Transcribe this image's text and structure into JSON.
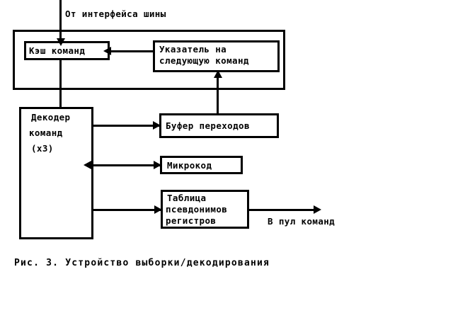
{
  "figure": {
    "caption": "Рис. 3. Устройство выборки/декодирования",
    "background_color": "#ffffff",
    "stroke_color": "#000000"
  },
  "labels": {
    "bus_input": "От интерфейса шины",
    "instruction_pool_output": "В пул команд"
  },
  "blocks": {
    "fetch_unit_container": {
      "label": ""
    },
    "instruction_cache": {
      "label": "Кэш команд"
    },
    "next_instruction_pointer": {
      "line1": "Указатель на",
      "line2": "следующую команд"
    },
    "instruction_decoder": {
      "line1": "Декодер",
      "line2": "команд",
      "line3": "(х3)"
    },
    "branch_buffer": {
      "label": "Буфер переходов"
    },
    "microcode": {
      "label": "Микрокод"
    },
    "register_alias_table": {
      "line1": "Таблица",
      "line2": "псевдонимов",
      "line3": "регистров"
    }
  }
}
